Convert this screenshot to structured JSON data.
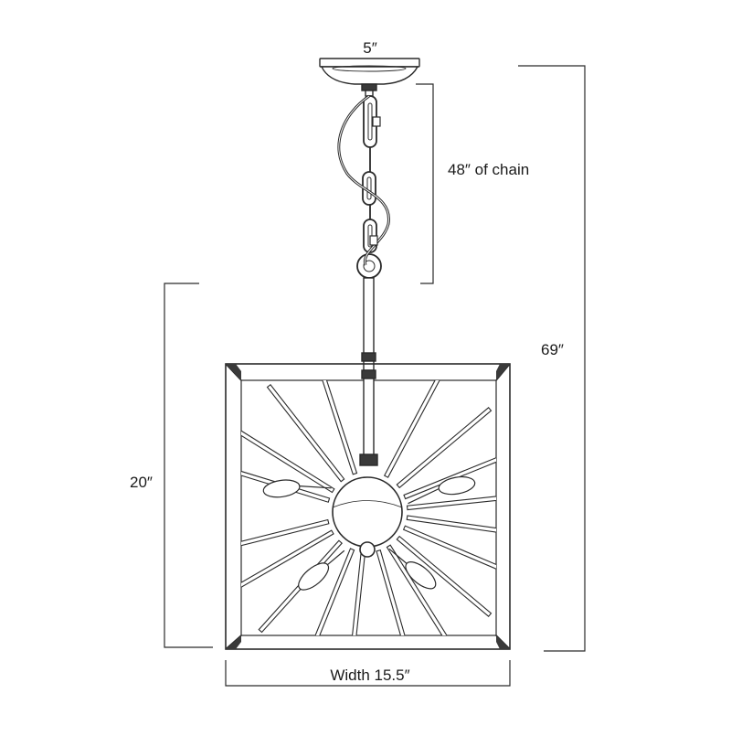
{
  "dimensions": {
    "canopy_width": "5″",
    "chain_length": "48″  of chain",
    "overall_height": "69″",
    "fixture_height": "20″",
    "fixture_width": "Width 15.5″"
  },
  "colors": {
    "line": "#2a2a2a",
    "background": "#ffffff"
  }
}
